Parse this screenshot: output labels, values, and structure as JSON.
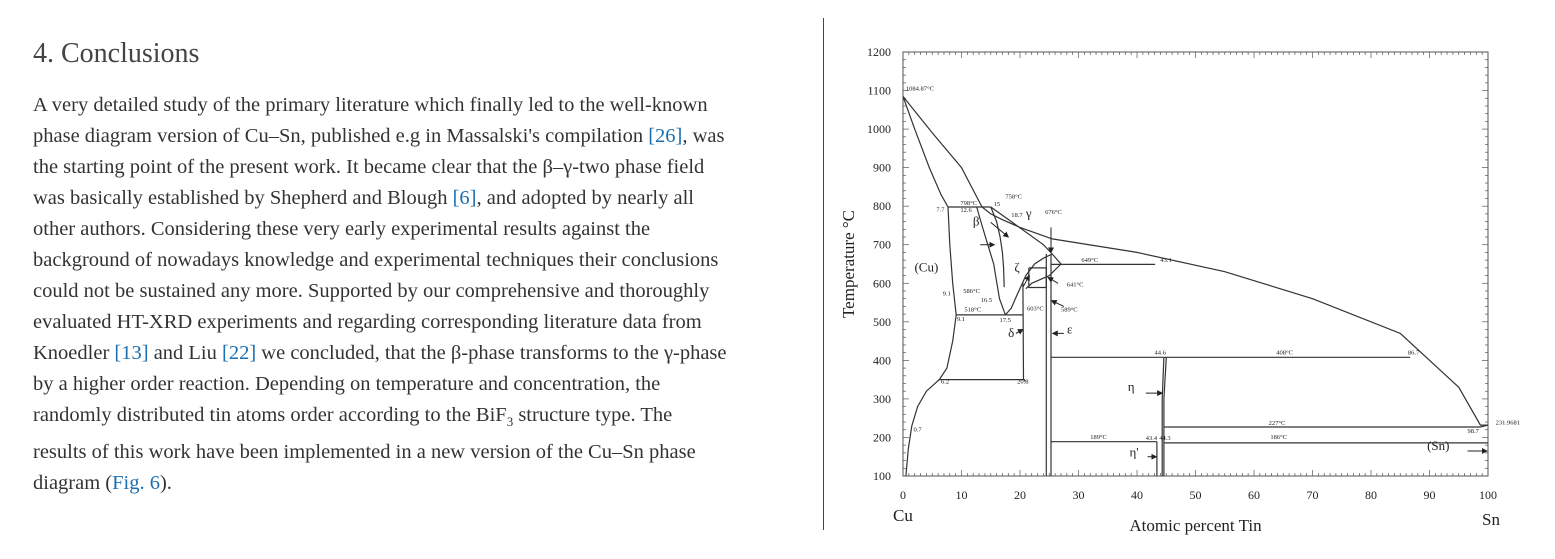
{
  "article": {
    "heading": "4. Conclusions",
    "lines": [
      [
        "A very detailed study of the primary literature which finally led to the well-known"
      ],
      [
        "phase diagram version of Cu–Sn, published e.g in Massalski's compilation ",
        {
          "link": "[26]"
        },
        ", was"
      ],
      [
        "the starting point of the present work. It became clear that the β–γ-two phase field"
      ],
      [
        "was basically established by Shepherd and Blough ",
        {
          "link": "[6]"
        },
        ", and adopted by nearly all"
      ],
      [
        "other authors. Considering these very early experimental results against the"
      ],
      [
        "background of nowadays knowledge and experimental techniques their conclusions"
      ],
      [
        "could not be sustained any more. Supported by our comprehensive and thoroughly"
      ],
      [
        "evaluated HT-XRD experiments and regarding corresponding literature data from"
      ],
      [
        "Knoedler ",
        {
          "link": "[13]"
        },
        " and Liu ",
        {
          "link": "[22]"
        },
        " we concluded, that the β-phase transforms to the γ-phase"
      ],
      [
        "by a higher order reaction. Depending on temperature and concentration, the"
      ],
      [
        "randomly distributed tin atoms order according to the BiF",
        {
          "sub": "3"
        },
        " structure type. The"
      ],
      [
        "results of this work have been implemented in a new version of the Cu–Sn phase"
      ],
      [
        "diagram (",
        {
          "link": "Fig. 6"
        },
        ")."
      ]
    ],
    "link_color": "#1a6fb0"
  },
  "chart_data": {
    "type": "phase-diagram",
    "xlabel": "Atomic percent Tin",
    "ylabel": "Temperature °C",
    "xlim": [
      0,
      100
    ],
    "ylim": [
      100,
      1200
    ],
    "xticks": [
      0,
      10,
      20,
      30,
      40,
      50,
      60,
      70,
      80,
      90,
      100
    ],
    "yticks": [
      100,
      200,
      300,
      400,
      500,
      600,
      700,
      800,
      900,
      1000,
      1100,
      1200
    ],
    "x_end_labels": {
      "left": "Cu",
      "right": "Sn"
    },
    "phase_labels": [
      {
        "text": "(Cu)",
        "x": 4,
        "y": 630
      },
      {
        "text": "β",
        "x": 12.5,
        "y": 750
      },
      {
        "text": "γ",
        "x": 21.5,
        "y": 770
      },
      {
        "text": "ζ",
        "x": 19.5,
        "y": 630
      },
      {
        "text": "δ",
        "x": 18.5,
        "y": 460
      },
      {
        "text": "ε",
        "x": 28.5,
        "y": 470
      },
      {
        "text": "η",
        "x": 39,
        "y": 320
      },
      {
        "text": "η'",
        "x": 39.5,
        "y": 150
      },
      {
        "text": "(Sn)",
        "x": 91.5,
        "y": 168
      }
    ],
    "annotations": [
      {
        "text": "1084.87°C",
        "x": 0.5,
        "y": 1100
      },
      {
        "text": "758°C",
        "x": 17.5,
        "y": 820
      },
      {
        "text": "798°C",
        "x": 9.8,
        "y": 803
      },
      {
        "text": "15",
        "x": 15.5,
        "y": 800
      },
      {
        "text": "7.7",
        "x": 5.7,
        "y": 786
      },
      {
        "text": "12.6",
        "x": 9.8,
        "y": 785
      },
      {
        "text": "18.7",
        "x": 18.5,
        "y": 772
      },
      {
        "text": "676°C",
        "x": 24.3,
        "y": 780
      },
      {
        "text": "649°C",
        "x": 30.5,
        "y": 655
      },
      {
        "text": "43.1",
        "x": 44,
        "y": 655
      },
      {
        "text": "641°C",
        "x": 28,
        "y": 592
      },
      {
        "text": "589°C",
        "x": 27,
        "y": 527
      },
      {
        "text": "603°C",
        "x": 21.2,
        "y": 530
      },
      {
        "text": "586°C",
        "x": 10.3,
        "y": 575
      },
      {
        "text": "9.1",
        "x": 6.8,
        "y": 568
      },
      {
        "text": "16.5",
        "x": 13.3,
        "y": 552
      },
      {
        "text": "518°C",
        "x": 10.5,
        "y": 527
      },
      {
        "text": "9.1",
        "x": 9.2,
        "y": 502
      },
      {
        "text": "17.5",
        "x": 16.5,
        "y": 500
      },
      {
        "text": "44.6",
        "x": 43,
        "y": 415
      },
      {
        "text": "408°C",
        "x": 63.8,
        "y": 415
      },
      {
        "text": "86.7",
        "x": 86.3,
        "y": 415
      },
      {
        "text": "6.2",
        "x": 6.5,
        "y": 340
      },
      {
        "text": "20.8",
        "x": 19.5,
        "y": 340
      },
      {
        "text": "227°C",
        "x": 62.5,
        "y": 232
      },
      {
        "text": "231.9681",
        "x": 101.3,
        "y": 233
      },
      {
        "text": "98.7",
        "x": 96.5,
        "y": 212
      },
      {
        "text": "189°C",
        "x": 32,
        "y": 196
      },
      {
        "text": "43.4",
        "x": 41.5,
        "y": 193
      },
      {
        "text": "44.3",
        "x": 43.8,
        "y": 193
      },
      {
        "text": "186°C",
        "x": 62.8,
        "y": 196
      },
      {
        "text": "0.7",
        "x": 1.8,
        "y": 215
      }
    ],
    "boundaries": [
      {
        "name": "liquidus-cu",
        "points": [
          [
            0,
            1084.87
          ],
          [
            5,
            990
          ],
          [
            10,
            900
          ],
          [
            13.5,
            798
          ],
          [
            15,
            780
          ],
          [
            17,
            765
          ],
          [
            20,
            745
          ],
          [
            25.5,
            715
          ],
          [
            40,
            680
          ],
          [
            55,
            630
          ],
          [
            70,
            560
          ],
          [
            85,
            470
          ],
          [
            95,
            330
          ],
          [
            98.7,
            232
          ],
          [
            100,
            231.97
          ]
        ]
      },
      {
        "name": "solidus-cu",
        "points": [
          [
            0,
            1084.87
          ],
          [
            2,
            1000
          ],
          [
            4.5,
            900
          ],
          [
            6.5,
            830
          ],
          [
            7.7,
            798
          ]
        ]
      },
      {
        "name": "cu-solvus",
        "points": [
          [
            7.7,
            798
          ],
          [
            8,
            700
          ],
          [
            8.5,
            600
          ],
          [
            9.1,
            518
          ],
          [
            8.5,
            450
          ],
          [
            7.5,
            380
          ],
          [
            6.2,
            350
          ],
          [
            4,
            320
          ],
          [
            2.5,
            280
          ],
          [
            1.5,
            230
          ],
          [
            0.9,
            170
          ],
          [
            0.5,
            100
          ]
        ]
      },
      {
        "name": "beta-gamma-line",
        "points": [
          [
            7.7,
            798
          ],
          [
            15,
            798
          ]
        ]
      },
      {
        "name": "beta-left",
        "points": [
          [
            12.6,
            798
          ],
          [
            13.5,
            750
          ],
          [
            14.5,
            700
          ],
          [
            15.5,
            650
          ],
          [
            16.2,
            586
          ],
          [
            16.5,
            560
          ],
          [
            17.5,
            518
          ]
        ]
      },
      {
        "name": "beta-right",
        "points": [
          [
            15,
            798
          ],
          [
            16,
            760
          ],
          [
            16.6,
            720
          ],
          [
            17,
            680
          ],
          [
            17.2,
            640
          ],
          [
            17.3,
            590
          ]
        ]
      },
      {
        "name": "gamma-right",
        "points": [
          [
            15,
            798
          ],
          [
            18.7,
            758
          ],
          [
            24,
            700
          ],
          [
            25.5,
            676
          ],
          [
            27,
            650
          ],
          [
            25,
            620
          ],
          [
            22,
            600
          ],
          [
            21,
            586
          ]
        ]
      },
      {
        "name": "eutectoid-518",
        "points": [
          [
            9.1,
            518
          ],
          [
            20.5,
            518
          ]
        ]
      },
      {
        "name": "gamma-lower",
        "points": [
          [
            17.5,
            518
          ],
          [
            18.5,
            535
          ],
          [
            19.5,
            570
          ],
          [
            20.5,
            603
          ],
          [
            21,
            620
          ],
          [
            22.5,
            650
          ],
          [
            24,
            665
          ],
          [
            25.5,
            676
          ]
        ]
      },
      {
        "name": "delta",
        "points": [
          [
            20.5,
            603
          ],
          [
            20.6,
            350
          ]
        ]
      },
      {
        "name": "delta-eps",
        "points": [
          [
            20.8,
            350
          ],
          [
            20.8,
            345
          ]
        ]
      },
      {
        "name": "eps-left",
        "points": [
          [
            24.5,
            676
          ],
          [
            24.5,
            100
          ]
        ]
      },
      {
        "name": "eps-right",
        "points": [
          [
            25.3,
            676
          ],
          [
            25.3,
            100
          ]
        ]
      },
      {
        "name": "zeta-box",
        "points": [
          [
            21.5,
            640
          ],
          [
            24.5,
            640
          ],
          [
            24.5,
            589
          ],
          [
            21.5,
            589
          ],
          [
            21.5,
            640
          ]
        ]
      },
      {
        "name": "tie-649",
        "points": [
          [
            25.3,
            649
          ],
          [
            43.1,
            649
          ]
        ]
      },
      {
        "name": "tie-350",
        "points": [
          [
            6.2,
            350
          ],
          [
            20.8,
            350
          ]
        ]
      },
      {
        "name": "tie-408",
        "points": [
          [
            25.3,
            408
          ],
          [
            86.7,
            408
          ]
        ]
      },
      {
        "name": "eta-left",
        "points": [
          [
            44.6,
            408
          ],
          [
            44.3,
            300
          ],
          [
            44.3,
            100
          ]
        ]
      },
      {
        "name": "eta-right",
        "points": [
          [
            45,
            408
          ],
          [
            44.6,
            300
          ],
          [
            44.6,
            100
          ]
        ]
      },
      {
        "name": "eta-prime",
        "points": [
          [
            43.4,
            189
          ],
          [
            43.4,
            100
          ]
        ]
      },
      {
        "name": "tie-227",
        "points": [
          [
            44.6,
            227
          ],
          [
            98.7,
            227
          ]
        ]
      },
      {
        "name": "tie-189",
        "points": [
          [
            25.3,
            189
          ],
          [
            43.4,
            189
          ]
        ]
      },
      {
        "name": "tie-186",
        "points": [
          [
            44.6,
            186
          ],
          [
            100,
            186
          ]
        ]
      },
      {
        "name": "sn-solvus",
        "points": [
          [
            98.7,
            227
          ],
          [
            100,
            231.97
          ]
        ]
      }
    ],
    "arrows": [
      {
        "x1": 15,
        "y1": 758,
        "x2": 18,
        "y2": 720
      },
      {
        "x1": 13.2,
        "y1": 700,
        "x2": 15.6,
        "y2": 700
      },
      {
        "x1": 25.3,
        "y1": 745,
        "x2": 25.3,
        "y2": 680
      },
      {
        "x1": 20.5,
        "y1": 590,
        "x2": 21.6,
        "y2": 620
      },
      {
        "x1": 26.5,
        "y1": 600,
        "x2": 24.8,
        "y2": 615
      },
      {
        "x1": 27.5,
        "y1": 540,
        "x2": 25.4,
        "y2": 555
      },
      {
        "x1": 19.3,
        "y1": 470,
        "x2": 20.5,
        "y2": 480
      },
      {
        "x1": 27.5,
        "y1": 470,
        "x2": 25.6,
        "y2": 470
      },
      {
        "x1": 41.5,
        "y1": 315,
        "x2": 44.3,
        "y2": 315
      },
      {
        "x1": 41.8,
        "y1": 150,
        "x2": 43.3,
        "y2": 150
      },
      {
        "x1": 96.5,
        "y1": 165,
        "x2": 99.8,
        "y2": 165
      }
    ]
  }
}
